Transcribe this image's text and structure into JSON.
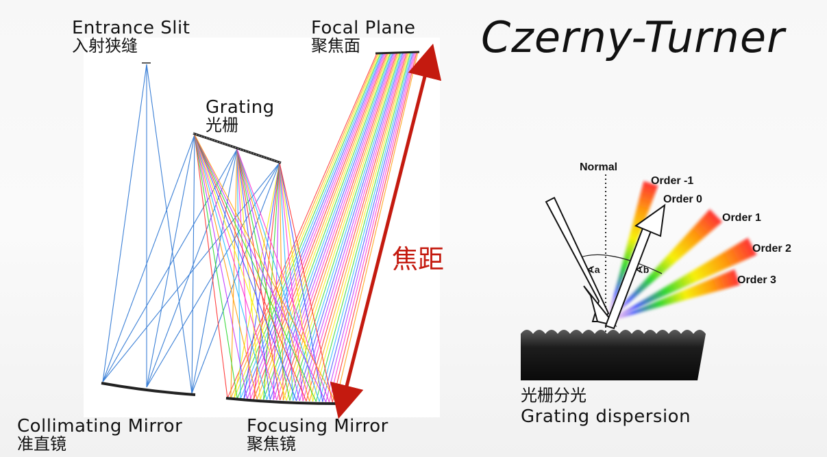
{
  "title": "Czerny-Turner",
  "optics": {
    "entrance_slit": {
      "en": "Entrance Slit",
      "zh": "入射狭缝"
    },
    "focal_plane": {
      "en": "Focal Plane",
      "zh": "聚焦面"
    },
    "grating": {
      "en": "Grating",
      "zh": "光栅"
    },
    "focal_length": "焦距",
    "collimating_mirror": {
      "en": "Collimating Mirror",
      "zh": "准直镜"
    },
    "focusing_mirror": {
      "en": "Focusing Mirror",
      "zh": "聚焦镜"
    }
  },
  "dispersion": {
    "normal": "Normal",
    "angle_a": "∢a",
    "angle_b": "∢b",
    "orders": [
      "Order -1",
      "Order 0",
      "Order 1",
      "Order 2",
      "Order 3"
    ],
    "caption_zh": "光栅分光",
    "caption_en": "Grating dispersion"
  },
  "colors": {
    "ray_blue": "#3a7fd6",
    "accent_red": "#c41a0f",
    "rainbow": [
      "#ff2a2a",
      "#ff9a00",
      "#f6f000",
      "#29d629",
      "#1fb6ff",
      "#3a4bff",
      "#c02bff",
      "#ff2bd0"
    ]
  }
}
